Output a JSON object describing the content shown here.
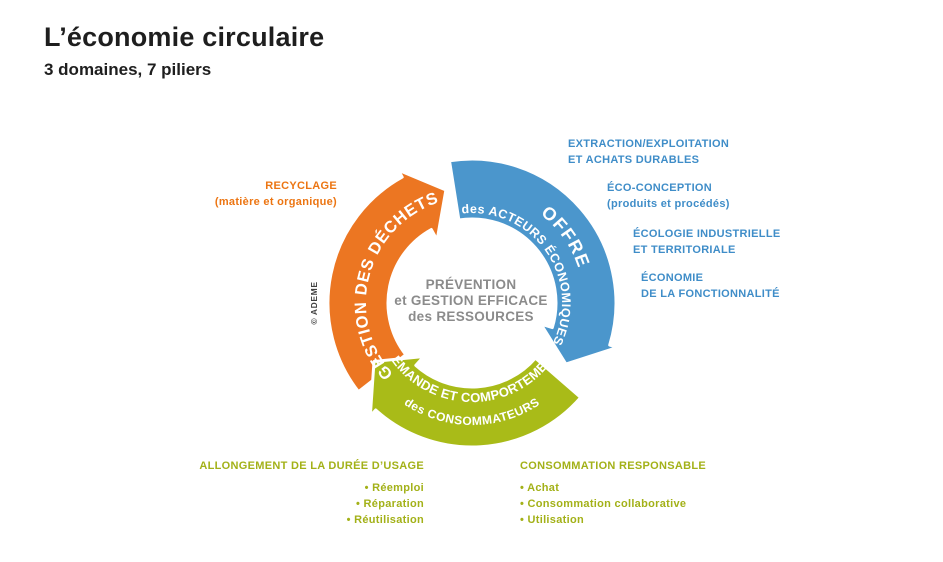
{
  "header": {
    "title": "L’économie circulaire",
    "subtitle": "3 domaines, 7 piliers"
  },
  "diagram": {
    "credit": "© ADEME",
    "center": {
      "line1": "PRÉVENTION",
      "line2": "et GESTION EFFICACE",
      "line3": "des RESSOURCES"
    },
    "arcs": {
      "waste": {
        "label": "GESTION DES DÉCHETS",
        "color": "#ec7622"
      },
      "offer": {
        "label_main": "OFFRE",
        "label_sub": "des ACTEURS ÉCONOMIQUES",
        "color": "#4b96cc"
      },
      "demand": {
        "label_main": "DEMANDE ET COMPORTEMENT",
        "label_sub": "des CONSOMMATEURS",
        "color": "#a9bb18"
      }
    },
    "labels": {
      "recycling": {
        "line1": "RECYCLAGE",
        "line2": "(matière et organique)"
      },
      "offer_pillars": [
        {
          "line1": "EXTRACTION/EXPLOITATION",
          "line2": "ET ACHATS DURABLES"
        },
        {
          "line1": "ÉCO-CONCEPTION",
          "line2": "(produits et procédés)"
        },
        {
          "line1": "ÉCOLOGIE INDUSTRIELLE",
          "line2": "ET TERRITORIALE"
        },
        {
          "line1": "ÉCONOMIE",
          "line2": "DE LA FONCTIONNALITÉ"
        }
      ],
      "usage_duration": {
        "heading": "ALLONGEMENT DE LA DURÉE D’USAGE",
        "items": [
          "Réemploi",
          "Réparation",
          "Réutilisation"
        ]
      },
      "responsible_consumption": {
        "heading": "CONSOMMATION RESPONSABLE",
        "items": [
          "Achat",
          "Consommation collaborative",
          "Utilisation"
        ]
      }
    },
    "colors": {
      "orange_arc": "#ec7622",
      "blue_arc": "#4b96cc",
      "green_arc": "#a9bb18",
      "orange_label": "#ec7512",
      "blue_label": "#3f8dc8",
      "green_label": "#a3b118",
      "center_gray": "#8b8b8b",
      "title_dark": "#1e1e1e"
    }
  }
}
